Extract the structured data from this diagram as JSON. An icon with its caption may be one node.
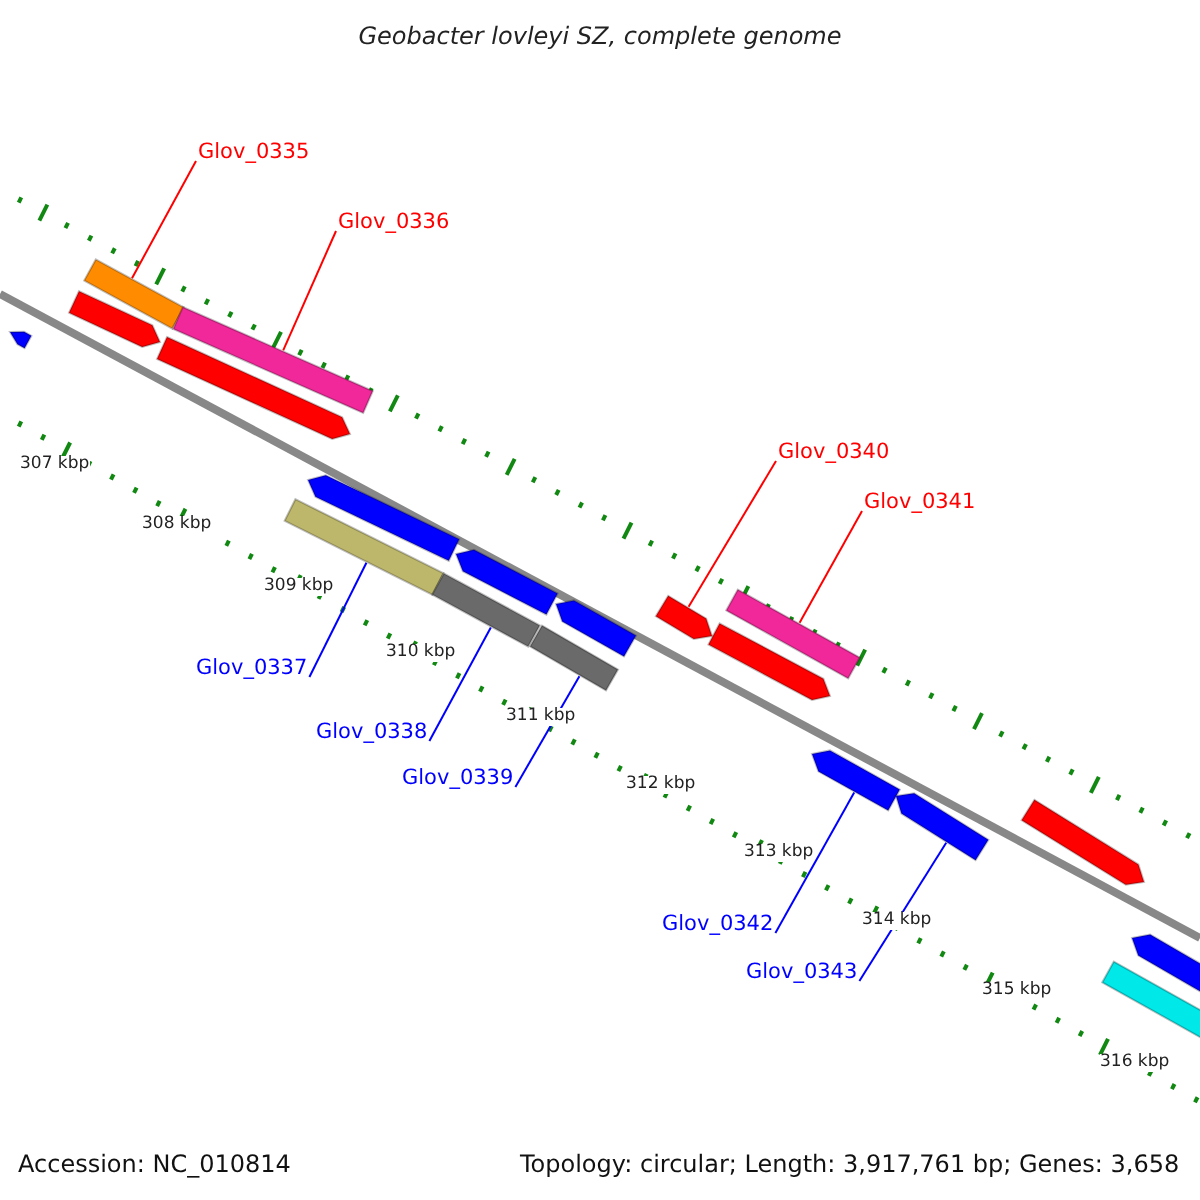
{
  "diagram": {
    "title": "Geobacter lovleyi SZ, complete genome",
    "nodes": [
      {
        "text": [
          "Glov_0335"
        ]
      },
      {
        "text": [
          "Glov_0336"
        ]
      },
      {
        "text": [
          "Glov_0340"
        ]
      },
      {
        "text": [
          "Glov_0341"
        ]
      },
      {
        "text": [
          "Glov_0337"
        ]
      },
      {
        "text": [
          "Glov_0338"
        ]
      },
      {
        "text": [
          "Glov_0339"
        ]
      },
      {
        "text": [
          "Glov_0342"
        ]
      },
      {
        "text": [
          "Glov_0343"
        ]
      },
      {
        "text": [],
        "shape": "pentagon"
      },
      {
        "text": [],
        "shape": "pentagon"
      },
      {
        "text": [],
        "shape": "bar"
      },
      {
        "text": [],
        "shape": "pentagon"
      },
      {
        "text": [],
        "shape": "bar"
      },
      {
        "text": [],
        "shape": "bar"
      },
      {
        "text": [],
        "shape": "pentagon"
      },
      {
        "text": [],
        "shape": "bar"
      },
      {
        "text": [],
        "shape": "pentagon"
      },
      {
        "text": [],
        "shape": "bar"
      },
      {
        "text": [],
        "shape": "pentagon"
      },
      {
        "text": [],
        "shape": "pentagon"
      },
      {
        "text": [],
        "shape": "pentagon"
      },
      {
        "text": [],
        "shape": "bar"
      },
      {
        "text": [],
        "shape": "pentagon"
      },
      {
        "text": [],
        "shape": "pentagon"
      },
      {
        "text": [],
        "shape": "pentagon"
      },
      {
        "text": [],
        "shape": "bar"
      },
      {
        "text": [],
        "shape": "pentagon"
      }
    ],
    "edges": [
      {
        "from": 0,
        "to": 11,
        "arrow": "none",
        "color": "#ff0000"
      },
      {
        "from": 1,
        "to": 13,
        "arrow": "none",
        "color": "#ff0000"
      },
      {
        "from": 2,
        "to": 20,
        "arrow": "none",
        "color": "#ff0000"
      },
      {
        "from": 3,
        "to": 22,
        "arrow": "none",
        "color": "#ff0000"
      },
      {
        "from": 4,
        "to": 14,
        "arrow": "none"
      },
      {
        "from": 5,
        "to": 16,
        "arrow": "none"
      },
      {
        "from": 6,
        "to": 18,
        "arrow": "none"
      },
      {
        "from": 7,
        "to": 23,
        "arrow": "none"
      },
      {
        "from": 8,
        "to": 24,
        "arrow": "none"
      }
    ],
    "labels": [
      "307 kbp",
      "308 kbp",
      "309 kbp",
      "310 kbp",
      "311 kbp",
      "312 kbp",
      "313 kbp",
      "314 kbp",
      "315 kbp",
      "316 kbp",
      "Accession: NC_010814",
      "Topology: circular; Length: 3,917,761 bp; Genes: 3,658"
    ]
  }
}
